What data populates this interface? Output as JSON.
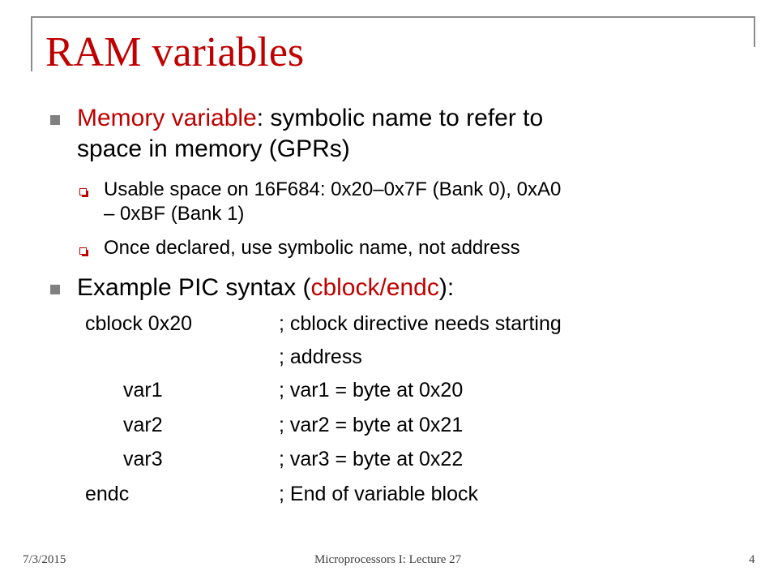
{
  "slide": {
    "title": "RAM variables",
    "bullet1": {
      "term": "Memory variable",
      "rest_line1": ": symbolic name to refer to",
      "line2": "space in memory (GPRs)"
    },
    "sub1": {
      "line1": "Usable space on 16F684: 0x20–0x7F (Bank 0), 0xA0",
      "line2": "– 0xBF (Bank 1)"
    },
    "sub2": {
      "text": "Once declared, use symbolic name, not address"
    },
    "bullet2": {
      "pre": "Example PIC syntax (",
      "term": "cblock/endc",
      "post": "):"
    },
    "code_lines": [
      {
        "instr": "cblock  0x20",
        "comment": "; cblock directive needs starting"
      },
      {
        "instr": "",
        "comment": ";    address"
      },
      {
        "instr": "var1",
        "comment": "; var1 = byte at 0x20"
      },
      {
        "instr": "var2",
        "comment": "; var2 = byte at 0x21"
      },
      {
        "instr": "var3",
        "comment": "; var3 = byte at 0x22"
      },
      {
        "instr": "endc",
        "comment": "; End of variable block"
      }
    ]
  },
  "footer": {
    "date": "7/3/2015",
    "course": "Microprocessors I: Lecture 27",
    "page": "4"
  },
  "colors": {
    "accent": "#c00000",
    "frame": "#8c8c8c",
    "bullet": "#808080"
  }
}
